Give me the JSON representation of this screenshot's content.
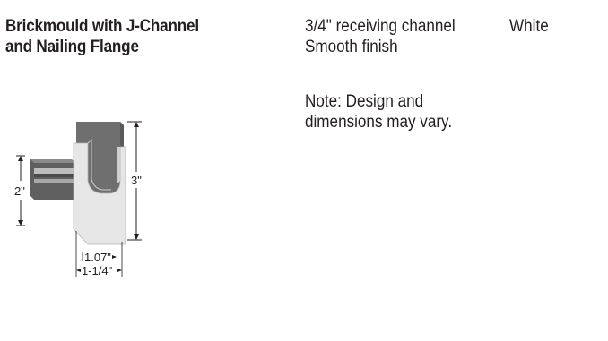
{
  "product": {
    "title_lines": [
      "Brickmould with J-Channel",
      "and Nailing Flange"
    ],
    "spec_lines": [
      "3/4\" receiving channel",
      "Smooth finish"
    ],
    "note_lines": [
      "Note: Design and",
      "dimensions may vary."
    ],
    "color": "White"
  },
  "figure": {
    "dimension_labels": {
      "height_left": "2\"",
      "height_right": "3\"",
      "width_inner": "1.07\"",
      "width_outer": "1-1/4\""
    },
    "colors": {
      "dark": "#6f6f6f",
      "light": "#e6e6e6",
      "ink": "#231f20"
    }
  }
}
